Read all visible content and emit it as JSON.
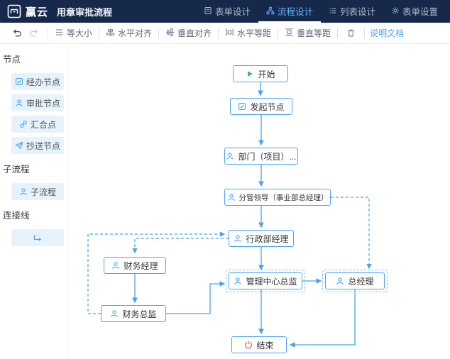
{
  "navbar": {
    "logo_text": "赢云",
    "title": "用章审批流程",
    "tabs": [
      {
        "label": "表单设计",
        "icon": "form-design-icon",
        "active": false
      },
      {
        "label": "流程设计",
        "icon": "flow-design-icon",
        "active": true
      },
      {
        "label": "列表设计",
        "icon": "list-design-icon",
        "active": false
      },
      {
        "label": "表单设置",
        "icon": "form-settings-icon",
        "active": false
      }
    ]
  },
  "toolbar": {
    "undo_icon": "undo-icon",
    "redo_icon": "redo-icon",
    "buttons": [
      {
        "label": "等大小",
        "icon": "equal-size-icon"
      },
      {
        "label": "水平对齐",
        "icon": "horizontal-align-icon"
      },
      {
        "label": "垂直对齐",
        "icon": "vertical-align-icon"
      },
      {
        "label": "水平等距",
        "icon": "horizontal-spacing-icon"
      },
      {
        "label": "垂直等距",
        "icon": "vertical-spacing-icon"
      }
    ],
    "trash_icon": "trash-icon",
    "doc_link": "说明文档"
  },
  "sidebar": {
    "sections": [
      {
        "title": "节点",
        "items": [
          {
            "label": "经办节点",
            "icon": "handle-node-icon"
          },
          {
            "label": "审批节点",
            "icon": "approve-node-icon"
          },
          {
            "label": "汇合点",
            "icon": "merge-node-icon"
          },
          {
            "label": "抄送节点",
            "icon": "cc-node-icon"
          }
        ]
      },
      {
        "title": "子流程",
        "items": [
          {
            "label": "子流程",
            "icon": "subflow-icon"
          }
        ]
      },
      {
        "title": "连接线",
        "items": [
          {
            "label": "",
            "icon": "connector-line-icon"
          }
        ]
      }
    ]
  },
  "canvas": {
    "nodes": [
      {
        "id": "start",
        "label": "开始",
        "icon": "play-icon"
      },
      {
        "id": "initiate",
        "label": "发起节点",
        "icon": "edit-doc-icon"
      },
      {
        "id": "department",
        "label": "部门（项目）...",
        "icon": "user-icon"
      },
      {
        "id": "leader",
        "label": "分管领导（事业部总经理）",
        "icon": "user-icon"
      },
      {
        "id": "admin-manager",
        "label": "行政部经理",
        "icon": "user-icon"
      },
      {
        "id": "finance-manager",
        "label": "财务经理",
        "icon": "user-icon"
      },
      {
        "id": "finance-director",
        "label": "财务总监",
        "icon": "user-icon"
      },
      {
        "id": "mgmt-center-director",
        "label": "管理中心总监",
        "icon": "user-icon"
      },
      {
        "id": "general-manager",
        "label": "总经理",
        "icon": "user-icon"
      },
      {
        "id": "end",
        "label": "结束",
        "icon": "power-icon"
      }
    ],
    "colors": {
      "node_border": "#4da3f5",
      "connector": "#4aa3f0",
      "start_green": "#3cb96d",
      "end_red": "#e05b4d"
    }
  }
}
